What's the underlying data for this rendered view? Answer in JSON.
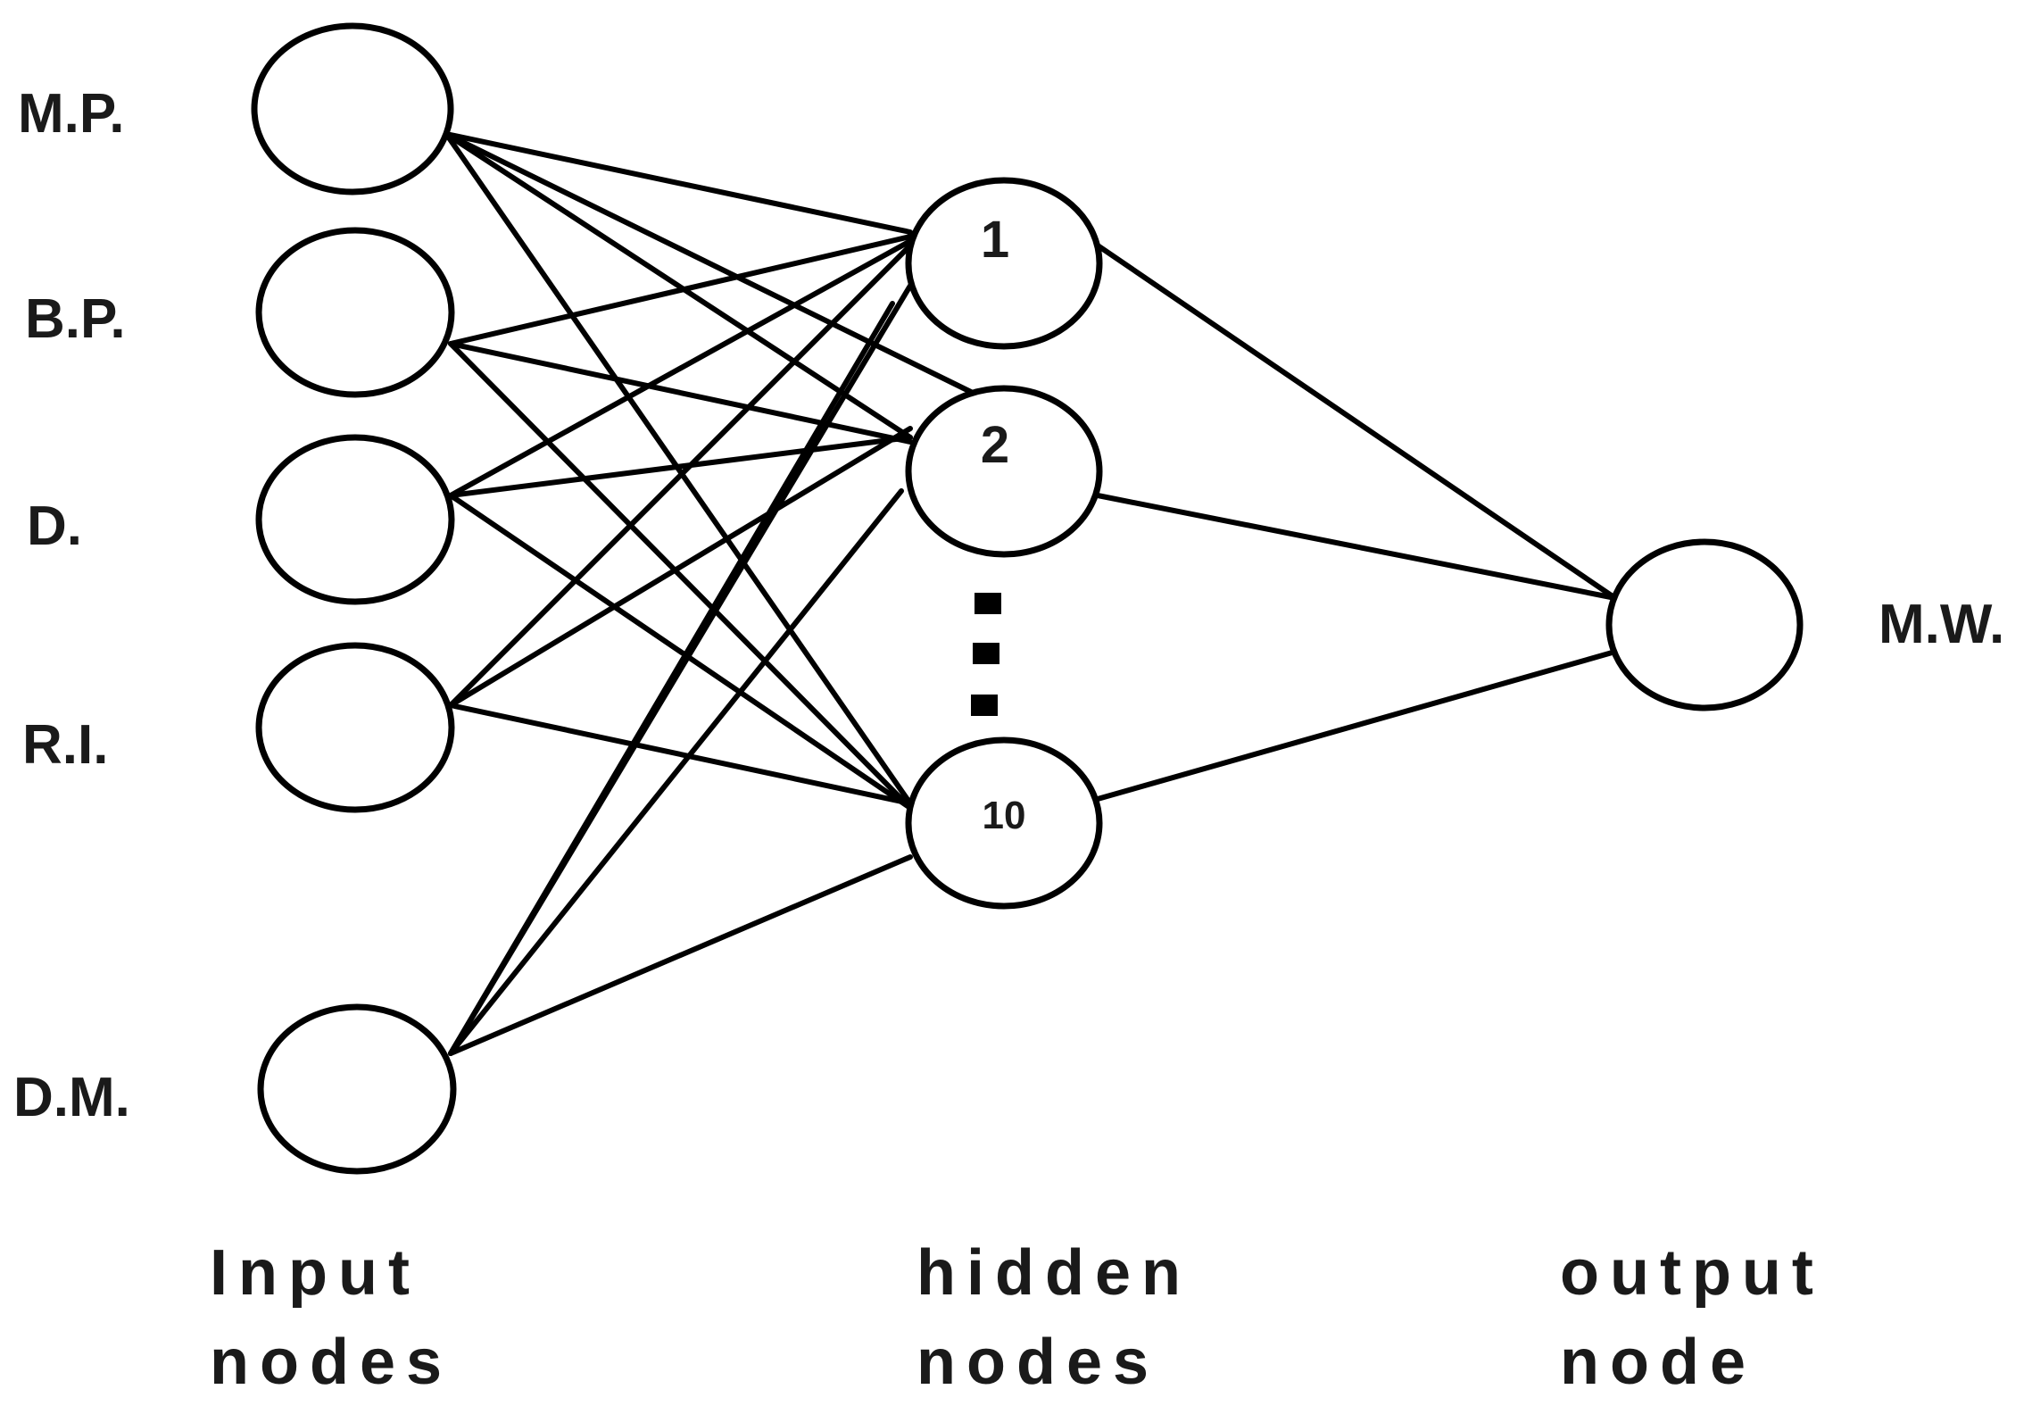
{
  "input_layer": {
    "labels": [
      "M.P.",
      "B.P.",
      "D.",
      "R.I.",
      "D.M."
    ],
    "caption_line1": "Input",
    "caption_line2": "nodes"
  },
  "hidden_layer": {
    "labels": [
      "1",
      "2",
      "10"
    ],
    "caption_line1": "hidden",
    "caption_line2": "nodes"
  },
  "output_layer": {
    "label": "M.W.",
    "caption_line1": "output",
    "caption_line2": "node"
  },
  "colors": {
    "stroke": "#000000",
    "background": "#ffffff",
    "text": "#1a1a1a"
  }
}
